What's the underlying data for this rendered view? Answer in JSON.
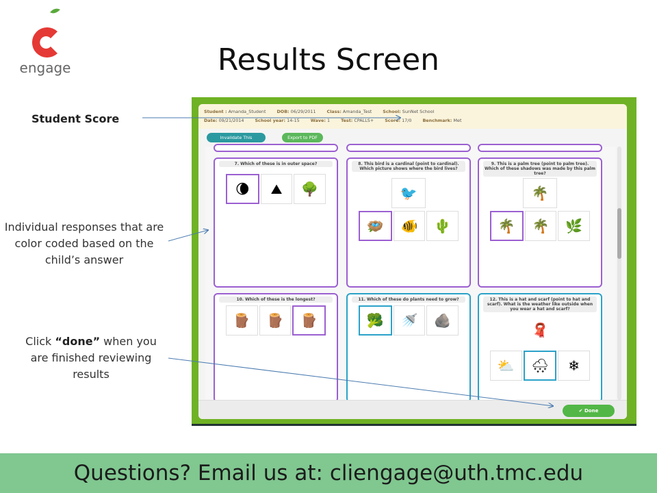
{
  "logo": {
    "text": "engage"
  },
  "title": "Results Screen",
  "callouts": {
    "student_score": "Student Score",
    "responses": "Individual responses that are color coded based on the child’s answer",
    "done_prefix": "Click ",
    "done_word": "“done”",
    "done_suffix": " when you are finished reviewing results"
  },
  "screen": {
    "info": {
      "student_label": "Student :",
      "student": "Amanda_Student",
      "dob_label": "DOB:",
      "dob": "06/29/2011",
      "class_label": "Class:",
      "class": "Amanda_Test",
      "school_label": "School:",
      "school": "SunNet School",
      "date_label": "Date:",
      "date": "09/21/2014",
      "year_label": "School year:",
      "year": "14-15",
      "wave_label": "Wave:",
      "wave": "1",
      "test_label": "Test:",
      "test": "CPALLS+",
      "score_label": "Score:",
      "score": "17/0",
      "benchmark_label": "Benchmark:",
      "benchmark": "Met"
    },
    "invalidate_label": "Invalidate This Assessment",
    "export_label": "Export to PDF",
    "questions": [
      "7. Which of these is in outer space?",
      "8. This bird is a cardinal (point to cardinal). Which picture shows where the bird lives?",
      "9. This is a palm tree (point to palm tree). Which of these shadows was made by this palm tree?",
      "10. Which of these is the longest?",
      "11. Which of these do plants need to grow?",
      "12. This is a hat and scarf (point to hat and scarf). What is the weather like outside when you wear a hat and scarf?"
    ],
    "icons": {
      "q7": [
        "🌘",
        "⛰",
        "🌳"
      ],
      "q8_top": "🐦",
      "q8": [
        "🪺",
        "🐠",
        "🌵"
      ],
      "q9_top": "🌴",
      "q9": [
        "🌴",
        "🌴",
        "🌿"
      ],
      "q10": [
        "🪵",
        "🪵",
        "🪵"
      ],
      "q11": [
        "🥦",
        "🚿",
        "🪨"
      ],
      "q12_top": "🧣",
      "q12": [
        "⛅",
        "🌨",
        "❄"
      ]
    },
    "done_label": "✔ Done"
  },
  "footer": "Questions?  Email us at: cliengage@uth.tmc.edu",
  "colors": {
    "frame": "#6fb225",
    "incorrect": "#9b5fd1",
    "correct": "#2aa2c9",
    "footer": "#80c790"
  }
}
